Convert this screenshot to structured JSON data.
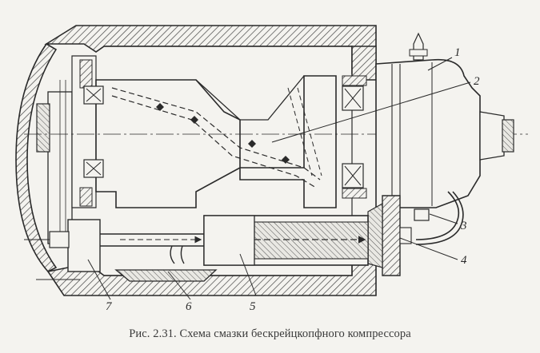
{
  "figure": {
    "caption": "Рис. 2.31. Схема смазки бескрейцкопфного компрессора",
    "callouts": [
      {
        "id": "1",
        "text": "1"
      },
      {
        "id": "2",
        "text": "2"
      },
      {
        "id": "3",
        "text": "3"
      },
      {
        "id": "4",
        "text": "4"
      },
      {
        "id": "5",
        "text": "5"
      },
      {
        "id": "6",
        "text": "6"
      },
      {
        "id": "7",
        "text": "7"
      }
    ]
  },
  "colors": {
    "ink": "#2a2a2a",
    "paper": "#f4f3ef",
    "hatch": "#555555"
  }
}
